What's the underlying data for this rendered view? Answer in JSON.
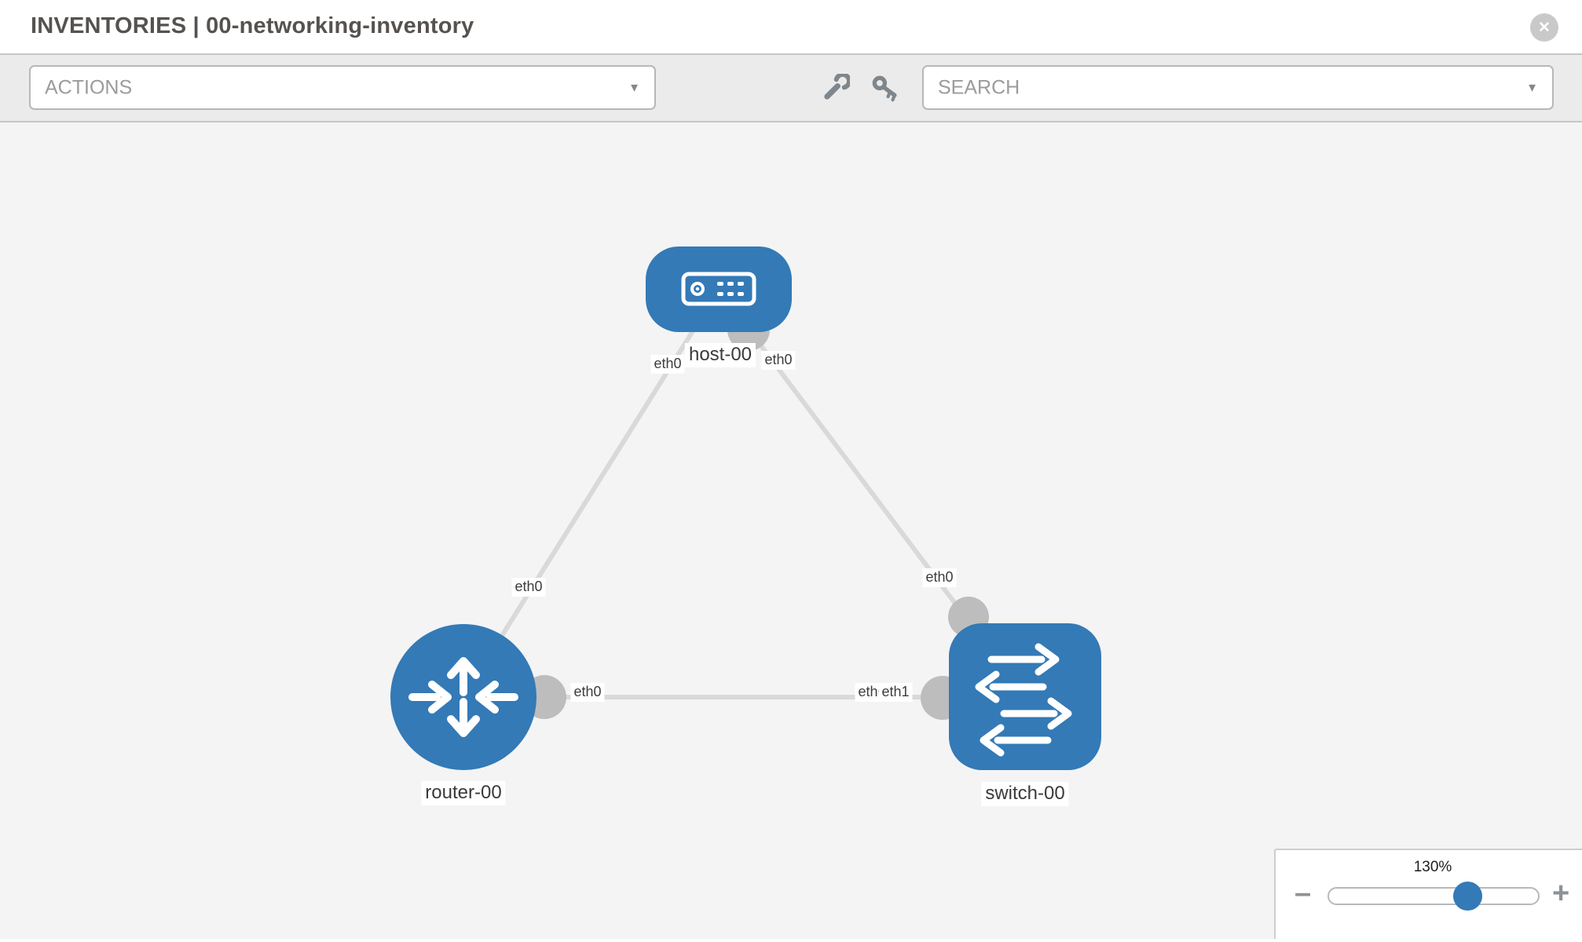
{
  "header": {
    "title": "INVENTORIES | 00-networking-inventory",
    "close_glyph": "✕"
  },
  "toolbar": {
    "actions_label": "ACTIONS",
    "search_label": "SEARCH",
    "caret_glyph": "▼"
  },
  "canvas": {
    "node_labels": {
      "host": "host-00",
      "router": "router-00",
      "switch": "switch-00"
    },
    "iface_labels": {
      "if_hr_host": "eth0",
      "if_hr_router": "eth0",
      "if_hs_host": "eth0",
      "if_hs_switch": "eth0",
      "if_rs_router": "eth0",
      "if_rs_switch_hidden": "eth0",
      "if_rs_switch": "eth1"
    }
  },
  "topology": {
    "nodes": [
      {
        "name": "host-00",
        "type": "host"
      },
      {
        "name": "router-00",
        "type": "router"
      },
      {
        "name": "switch-00",
        "type": "switch"
      }
    ],
    "links": [
      {
        "from": "host-00",
        "from_interface": "eth0",
        "to": "router-00",
        "to_interface": "eth0"
      },
      {
        "from": "host-00",
        "from_interface": "eth0",
        "to": "switch-00",
        "to_interface": "eth0"
      },
      {
        "from": "router-00",
        "from_interface": "eth0",
        "to": "switch-00",
        "to_interface": "eth1"
      }
    ]
  },
  "zoom_control": {
    "level": "130%",
    "minus_glyph": "–",
    "plus_glyph": "+"
  },
  "colors": {
    "node_blue": "#337ab7",
    "link_gray": "#d9d9d9",
    "port_gray": "#bdbdbd",
    "canvas_bg": "#f4f4f4",
    "toolbar_bg": "#ebebeb"
  }
}
